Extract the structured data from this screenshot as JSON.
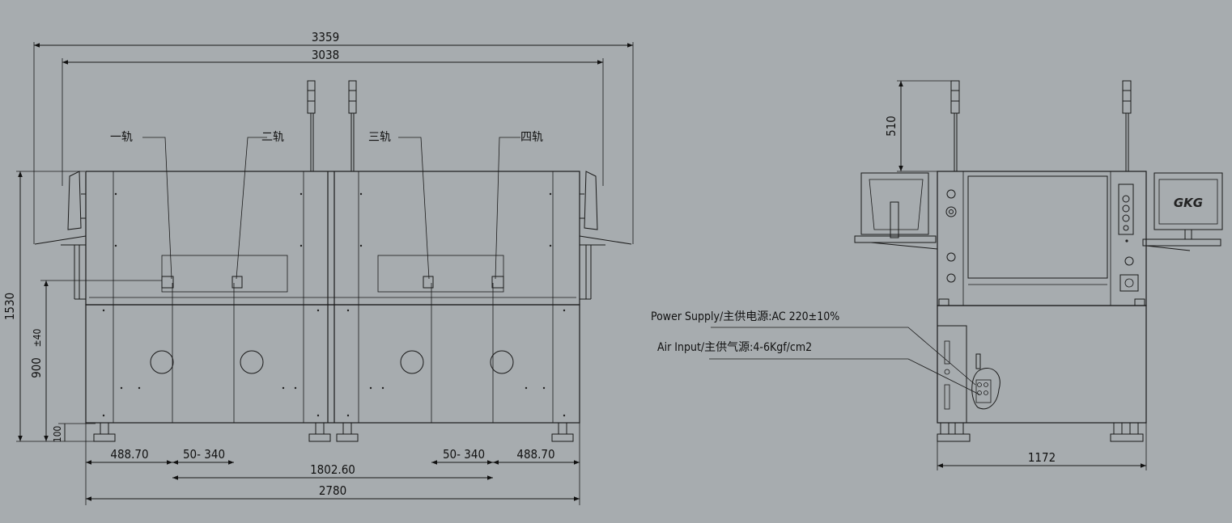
{
  "front_view": {
    "dims": {
      "overall_width": "3359",
      "rail_span": "3038",
      "height": "1530",
      "conveyor_height": "900",
      "conveyor_tol": "±40",
      "foot_height": "100",
      "left_offset": "488.70",
      "left_adjust": "50- 340",
      "center_span": "1802.60",
      "right_adjust": "50- 340",
      "right_offset": "488.70",
      "base_width": "2780"
    },
    "rails": [
      "一轨",
      "二轨",
      "三轨",
      "四轨"
    ]
  },
  "side_view": {
    "dims": {
      "tower_height": "510",
      "depth": "1172"
    },
    "logo": "GKG",
    "notes": {
      "power": "Power Supply/主供电源:AC 220±10%",
      "air": "Air Input/主供气源:4-6Kgf/cm2"
    }
  }
}
